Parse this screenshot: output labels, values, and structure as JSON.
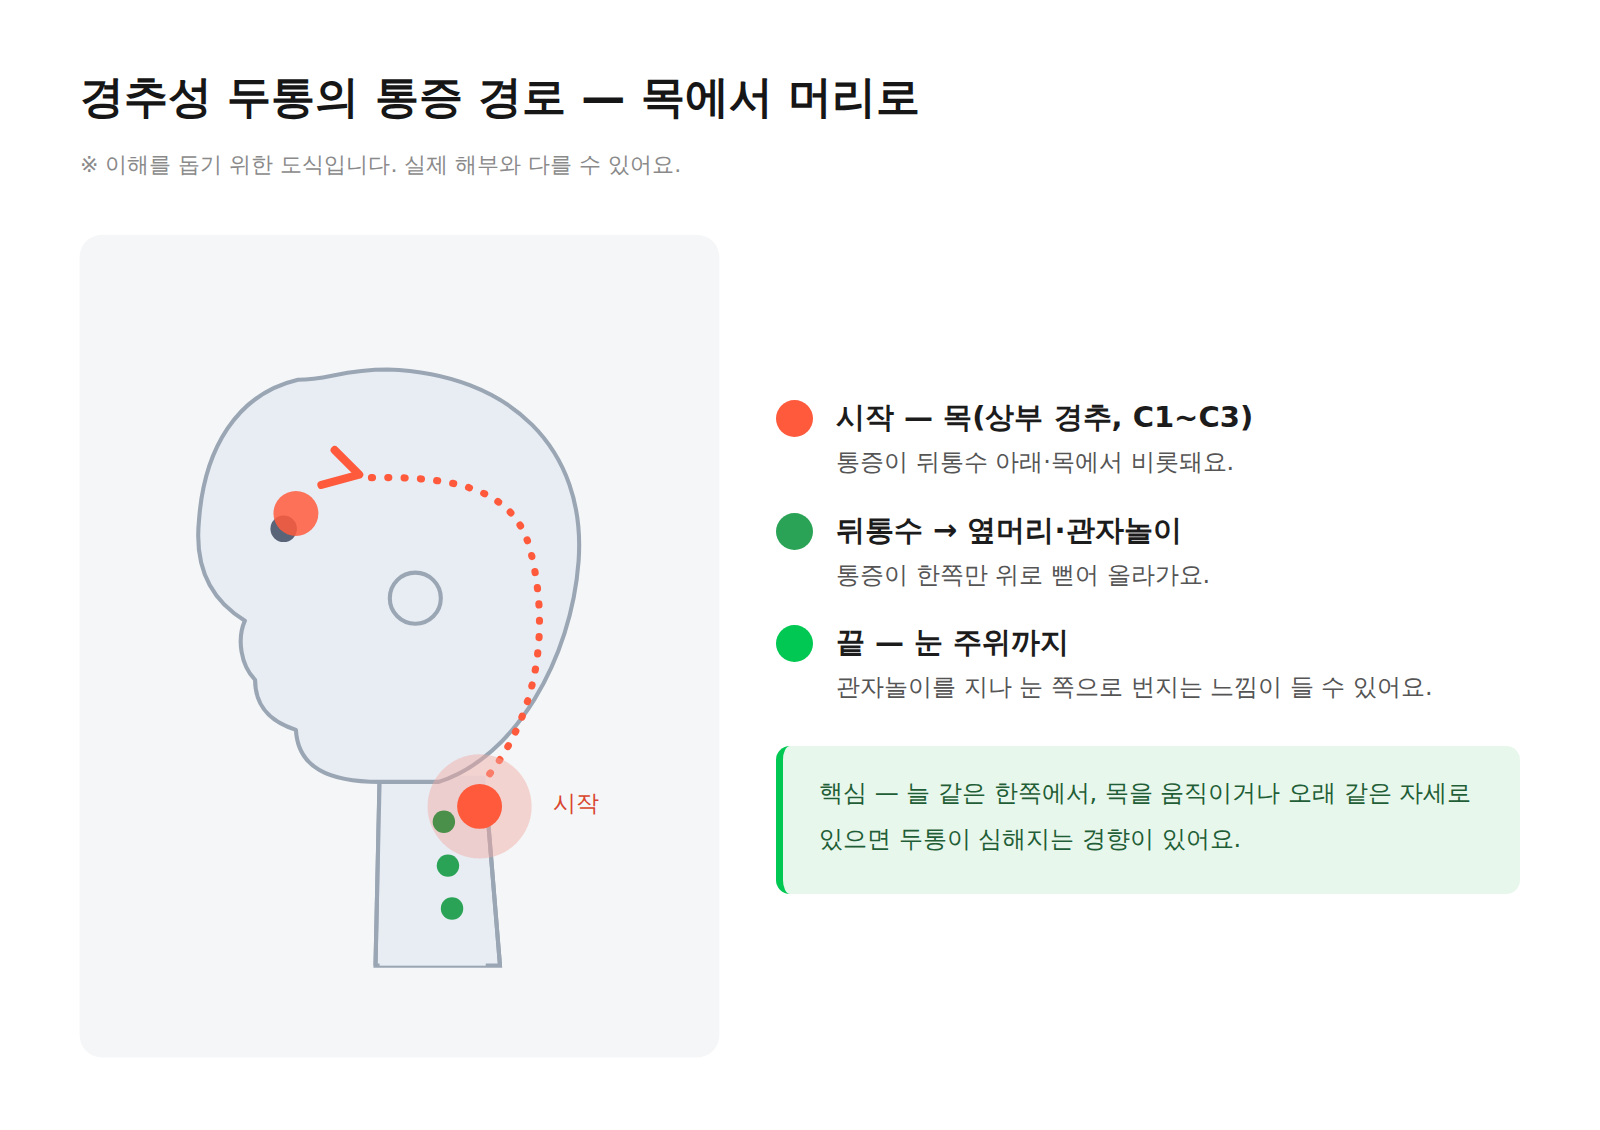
{
  "diagram": {
    "title": "경추성 두통의 통증 경로 — 목에서 머리로",
    "caption": "※ 이해를 돕기 위한 도식입니다. 실제 해부와 다를 수 있어요.",
    "nodes": [
      {
        "text": [
          "핵심 — 늘 같은 한쪽에서, 목을 움직이거나 오래 같은 자세로 있으면 두통이 심해지는 경향이 있어요."
        ]
      }
    ],
    "labels": [
      "시작",
      "통증이 뒤통수 아래·목에서 비롯돼요.",
      "통증이 한쪽만 위로 뻗어 올라가요.",
      "관자놀이를 지나 눈 쪽으로 번지는 느낌이 들 수 있어요."
    ],
    "legend": [
      {
        "text": "시작 — 목(상부 경추, C1~C3)",
        "color": "#ff5a3c"
      },
      {
        "text": "뒤통수 → 옆머리·관자놀이",
        "color": "#2aa356"
      },
      {
        "text": "끝 — 눈 주위까지",
        "color": "#00c853"
      }
    ]
  }
}
